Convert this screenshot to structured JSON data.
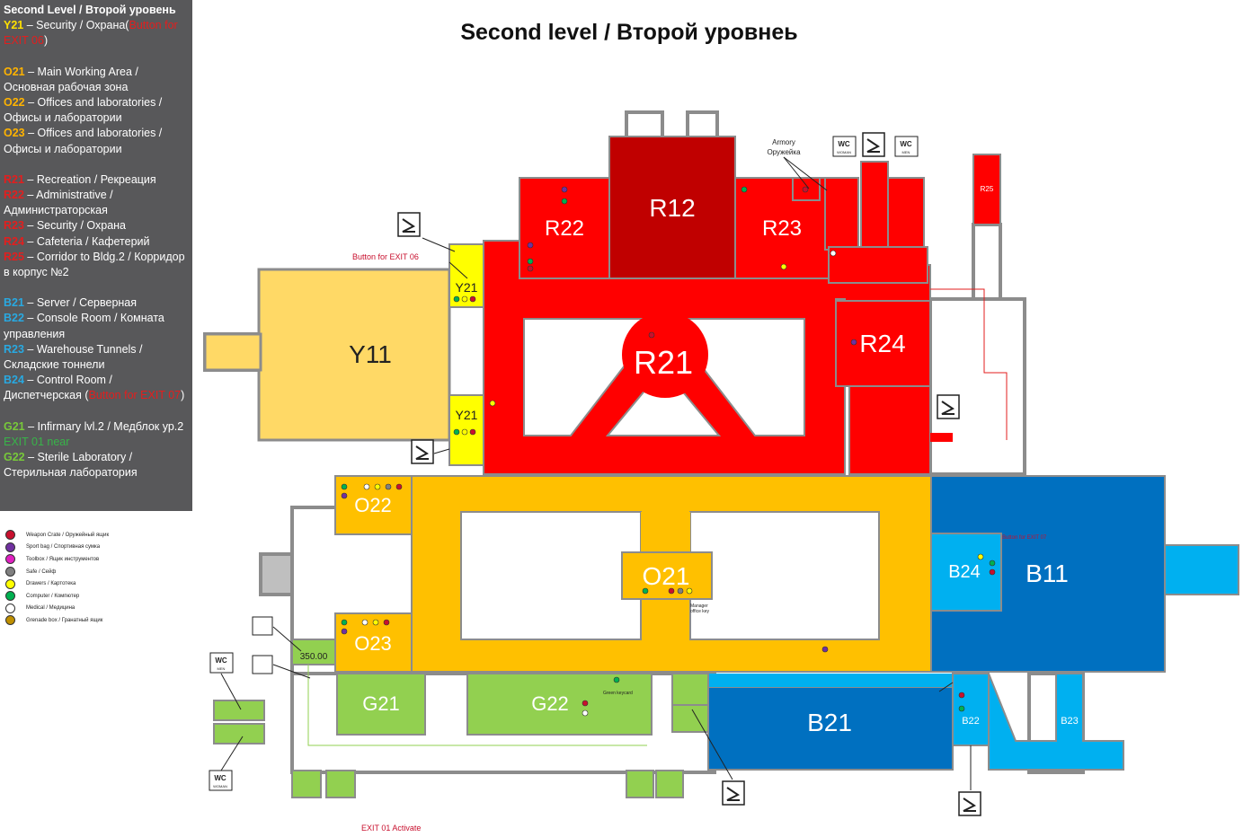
{
  "map_title": "Second level / Второй уровнеь",
  "legend": {
    "heading": "Second Level / Второй уровень",
    "entries": [
      {
        "code": "Y21",
        "text": " – Security / Охрана(",
        "note": "Button for EXIT 06",
        "tail": ")",
        "group": "Y"
      },
      {
        "gap": true
      },
      {
        "code": "O21",
        "text": " – Main Working Area / Основная рабочая зона",
        "group": "O"
      },
      {
        "code": "O22",
        "text": " – Offices and laboratories / Офисы и лаборатории",
        "group": "O"
      },
      {
        "code": "O23",
        "text": " – Offices and laboratories / Офисы и лаборатории",
        "group": "O"
      },
      {
        "gap": true
      },
      {
        "code": "R21",
        "text": " – Recreation / Рекреация",
        "group": "R"
      },
      {
        "code": "R22",
        "text": " – Administrative / Администраторская",
        "group": "R"
      },
      {
        "code": "R23",
        "text": " – Security / Охрана",
        "group": "R"
      },
      {
        "code": "R24",
        "text": " – Cafeteria / Кафетерий",
        "group": "R"
      },
      {
        "code": "R25",
        "text": " – Corridor to Bldg.2 / Корридор в корпус №2",
        "group": "R"
      },
      {
        "gap": true
      },
      {
        "code": "B21",
        "text": " – Server / Серверная",
        "group": "B"
      },
      {
        "code": "B22",
        "text": " – Console Room / Комната управления",
        "group": "B"
      },
      {
        "code": "R23",
        "text": " – Warehouse Tunnels / Складские тоннели",
        "group": "B"
      },
      {
        "code": "B24",
        "text": " – Control Room / Диспетчерская (",
        "note": "Button for EXIT 07",
        "tail": ")",
        "group": "B"
      },
      {
        "gap": true
      },
      {
        "code": "G21",
        "text": " – Infirmary lvl.2 / Медблок ур.2 ",
        "note": "EXIT 01 near",
        "note_color": "green",
        "group": "G"
      },
      {
        "code": "G22",
        "text": " – Sterile Laboratory / Стерильная лаборатория",
        "group": "G"
      }
    ]
  },
  "item_legend": [
    {
      "label": "Weapon Crate / Оружейный ящик",
      "color": "#c8102e"
    },
    {
      "label": "Sport bag / Спортивная сумка",
      "color": "#7030a0"
    },
    {
      "label": "Toolbox / Ящик инструментов",
      "color": "#e020c0"
    },
    {
      "label": "Safe / Сейф",
      "color": "#808080"
    },
    {
      "label": "Drawers / Картотека",
      "color": "#ffff00"
    },
    {
      "label": "Computer / Компютер",
      "color": "#00b050"
    },
    {
      "label": "Medical / Медицина",
      "color": "#ffffff"
    },
    {
      "label": "Grenade box / Гранатный ящик",
      "color": "#bf8f00"
    }
  ],
  "colors": {
    "red": "#ff0000",
    "dark_red": "#c00000",
    "yellow_room": "#ffd966",
    "security_yellow": "#ffff00",
    "orange": "#ffc000",
    "dark_blue": "#0070c0",
    "light_blue": "#00b0f0",
    "green": "#92d050",
    "wall": "#8c8c8c"
  },
  "rooms": {
    "Y11": "Y11",
    "Y21a": "Y21",
    "Y21b": "Y21",
    "R21": "R21",
    "R22": "R22",
    "R12": "R12",
    "R23": "R23",
    "R24": "R24",
    "R25": "R25",
    "O21": "O21",
    "O22": "O22",
    "O23": "O23",
    "B11": "B11",
    "B21": "B21",
    "B22": "B22",
    "B23": "B23",
    "B24": "B24",
    "G21": "G21",
    "G22": "G22"
  },
  "annotations": {
    "armory": "Armory",
    "armory_ru": "Оружейка",
    "button_exit06": "Button for EXIT 06",
    "button_exit07": "Button for EXIT 07",
    "exit01_activate": "EXIT 01 Activate",
    "green_keycard": "Green keycard",
    "manager_office": "Manager",
    "manager_office2": "office key",
    "number_350": "350.00",
    "wc": "WC",
    "wc_woman": "WOMAN",
    "wc_men": "MEN"
  }
}
